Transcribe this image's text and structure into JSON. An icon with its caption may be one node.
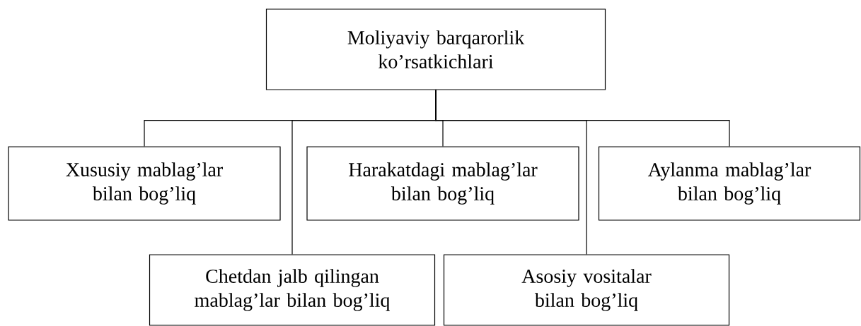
{
  "diagram": {
    "nodes": [
      {
        "text": [
          "Moliyaviy barqarorlik ko’rsatkichlari"
        ]
      },
      {
        "text": [
          "Xususiy mablag’lar bilan bog’liq"
        ]
      },
      {
        "text": [
          "Harakatdagi mablag’lar bilan bog’liq"
        ]
      },
      {
        "text": [
          "Aylanma mablag’lar bilan bog’liq"
        ]
      },
      {
        "text": [
          "Chetdan jalb qilingan mablag’lar bilan bog’liq"
        ]
      },
      {
        "text": [
          "Asosiy vositalar bilan bog’liq"
        ]
      }
    ],
    "edges": [
      {
        "from": 0,
        "to": 1,
        "arrow": "none"
      },
      {
        "from": 0,
        "to": 4,
        "arrow": "none"
      },
      {
        "from": 0,
        "to": 2,
        "arrow": "none"
      },
      {
        "from": 0,
        "to": 5,
        "arrow": "none"
      },
      {
        "from": 0,
        "to": 3,
        "arrow": "none"
      }
    ]
  }
}
